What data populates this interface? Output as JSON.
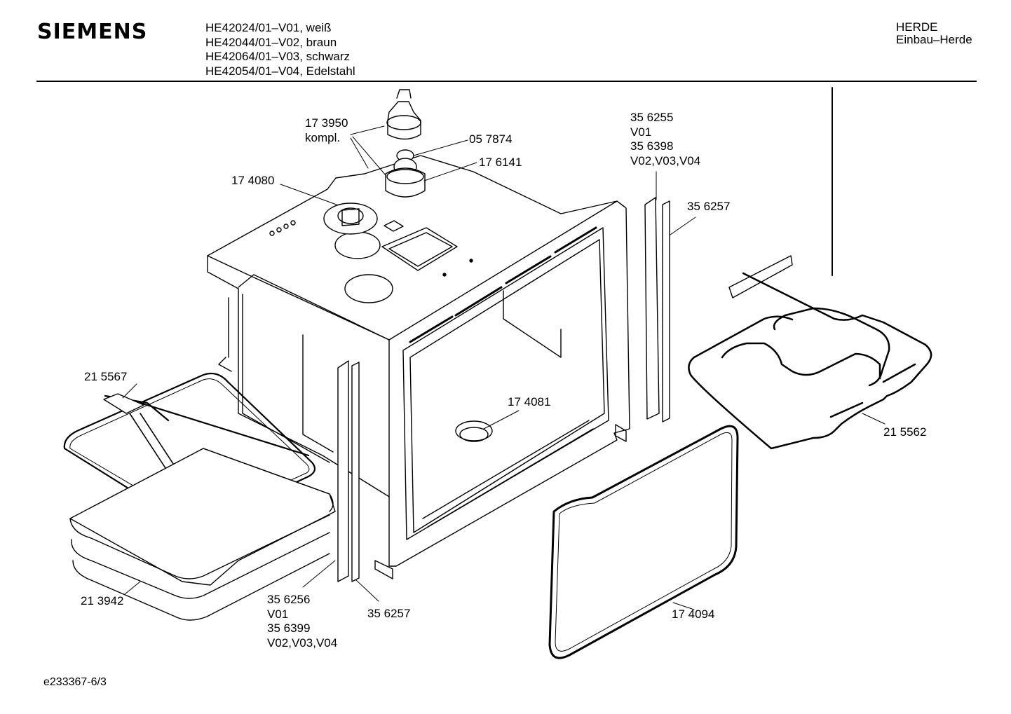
{
  "header": {
    "brand": "SIEMENS",
    "models": [
      "HE42024/01–V01, weiß",
      "HE42044/01–V02, braun",
      "HE42064/01–V03, schwarz",
      "HE42054/01–V04, Edelstahl"
    ],
    "category": "HERDE",
    "subcategory": "Einbau–Herde"
  },
  "parts": {
    "p173950": [
      "17 3950",
      "kompl."
    ],
    "p057874": "05 7874",
    "p176141": "17 6141",
    "p174080": "17 4080",
    "p356255": [
      "35 6255",
      "V01",
      "35 6398",
      "V02,V03,V04"
    ],
    "p356257_top": "35 6257",
    "p215567": "21 5567",
    "p174081": "17 4081",
    "p215562": "21 5562",
    "p213942": "21 3942",
    "p356256": [
      "35 6256",
      "V01",
      "35 6399",
      "V02,V03,V04"
    ],
    "p356257_bottom": "35 6257",
    "p174094": "17 4094"
  },
  "footer": {
    "code": "e233367-6/3"
  }
}
